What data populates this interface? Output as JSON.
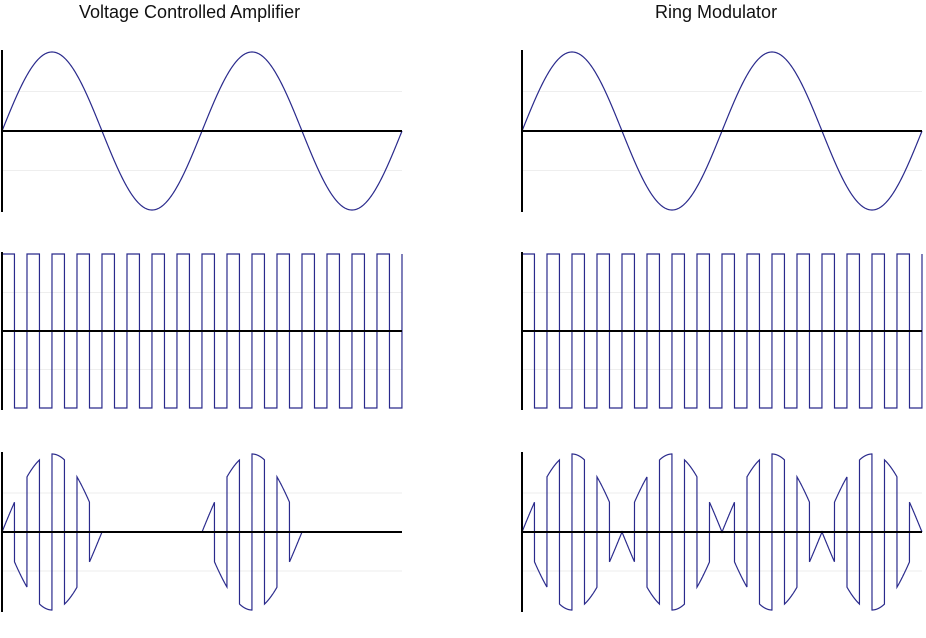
{
  "titles": {
    "left": "Voltage Controlled Amplifier",
    "right": "Ring Modulator"
  },
  "colors": {
    "wave": "#2a2a8c",
    "axis": "#000000",
    "grid": "#eeeeee"
  },
  "signals": {
    "modulator": {
      "waveform": "sine",
      "cycles": 2,
      "phase": "starts-at-zero-rising"
    },
    "carrier": {
      "waveform": "square",
      "cycles": 16,
      "polarity": "bipolar"
    },
    "vca_output": {
      "operation": "carrier multiplied by positive half of modulator (negative half clipped to zero)"
    },
    "ring_output": {
      "operation": "carrier multiplied by full bipolar modulator"
    }
  }
}
